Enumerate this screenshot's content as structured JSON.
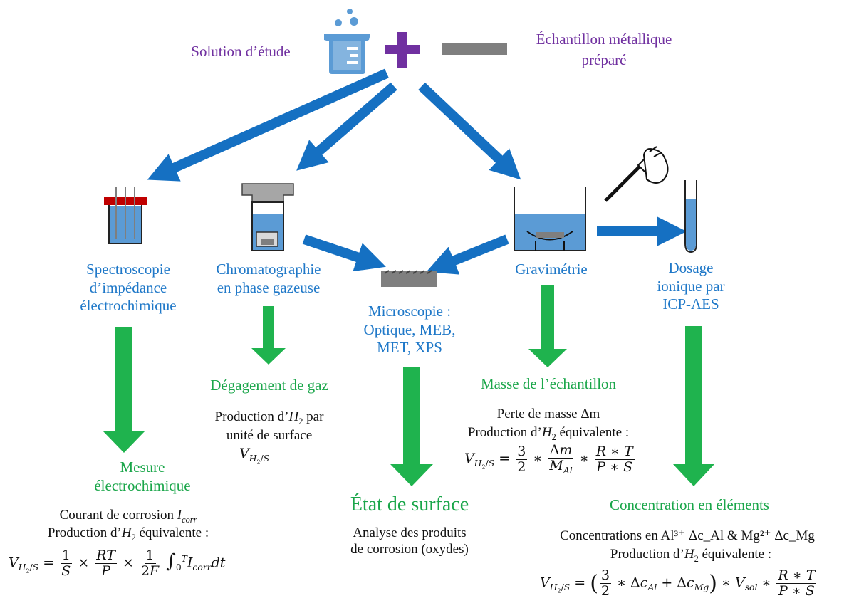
{
  "inputs": {
    "solution_label": "Solution d’étude",
    "sample_label_line1": "Échantillon métallique",
    "sample_label_line2": "préparé",
    "plus_symbol": "+"
  },
  "techniques": {
    "eis": [
      "Spectroscopie",
      "d’impédance",
      "électrochimique"
    ],
    "gc": [
      "Chromatographie",
      "en phase gazeuse"
    ],
    "microscopy": [
      "Microscopie :",
      "Optique, MEB,",
      "MET, XPS"
    ],
    "gravimetry": [
      "Gravimétrie"
    ],
    "icp": [
      "Dosage",
      "ionique par",
      "ICP-AES"
    ]
  },
  "results": {
    "eis": {
      "title": [
        "Mesure",
        "électrochimique"
      ],
      "text1": "Courant de corrosion ",
      "text1_var": "I",
      "text1_sub": "corr",
      "text2": "Production d’",
      "text2_var": "H",
      "text2_sub": "2",
      "text2_end": " équivalente :"
    },
    "gc": {
      "title": "Dégagement de gaz",
      "text1": "Production d’",
      "text1_var": "H",
      "text1_sub": "2",
      "text1_end": " par",
      "text2": "unité de surface"
    },
    "microscopy": {
      "title": "État de surface",
      "text": [
        "Analyse des produits",
        "de corrosion (oxydes)"
      ]
    },
    "gravimetry": {
      "title": "Masse de l’échantillon",
      "text1": "Perte de masse Δm",
      "text2": "Production d’",
      "text2_var": "H",
      "text2_sub": "2",
      "text2_end": " équivalente :"
    },
    "icp": {
      "title": "Concentration en éléments",
      "text1": "Concentrations en Al³⁺ Δc_Al & Mg²⁺ Δc_Mg",
      "text2": "Production d’",
      "text2_var": "H",
      "text2_sub": "2",
      "text2_end": " équivalente :"
    }
  },
  "colors": {
    "arrow_blue": "#1570c2",
    "arrow_green": "#1fb34e",
    "label_blue": "#1f78c8",
    "label_green": "#1aa64a",
    "label_purple": "#7030a0",
    "liquid": "#5b9bd5"
  },
  "icons": [
    "beaker-icon",
    "metal-sample-icon",
    "eis-cell-icon",
    "gc-cell-icon",
    "surface-sample-icon",
    "gravimetry-bath-icon",
    "pipette-icon",
    "test-tube-icon"
  ]
}
